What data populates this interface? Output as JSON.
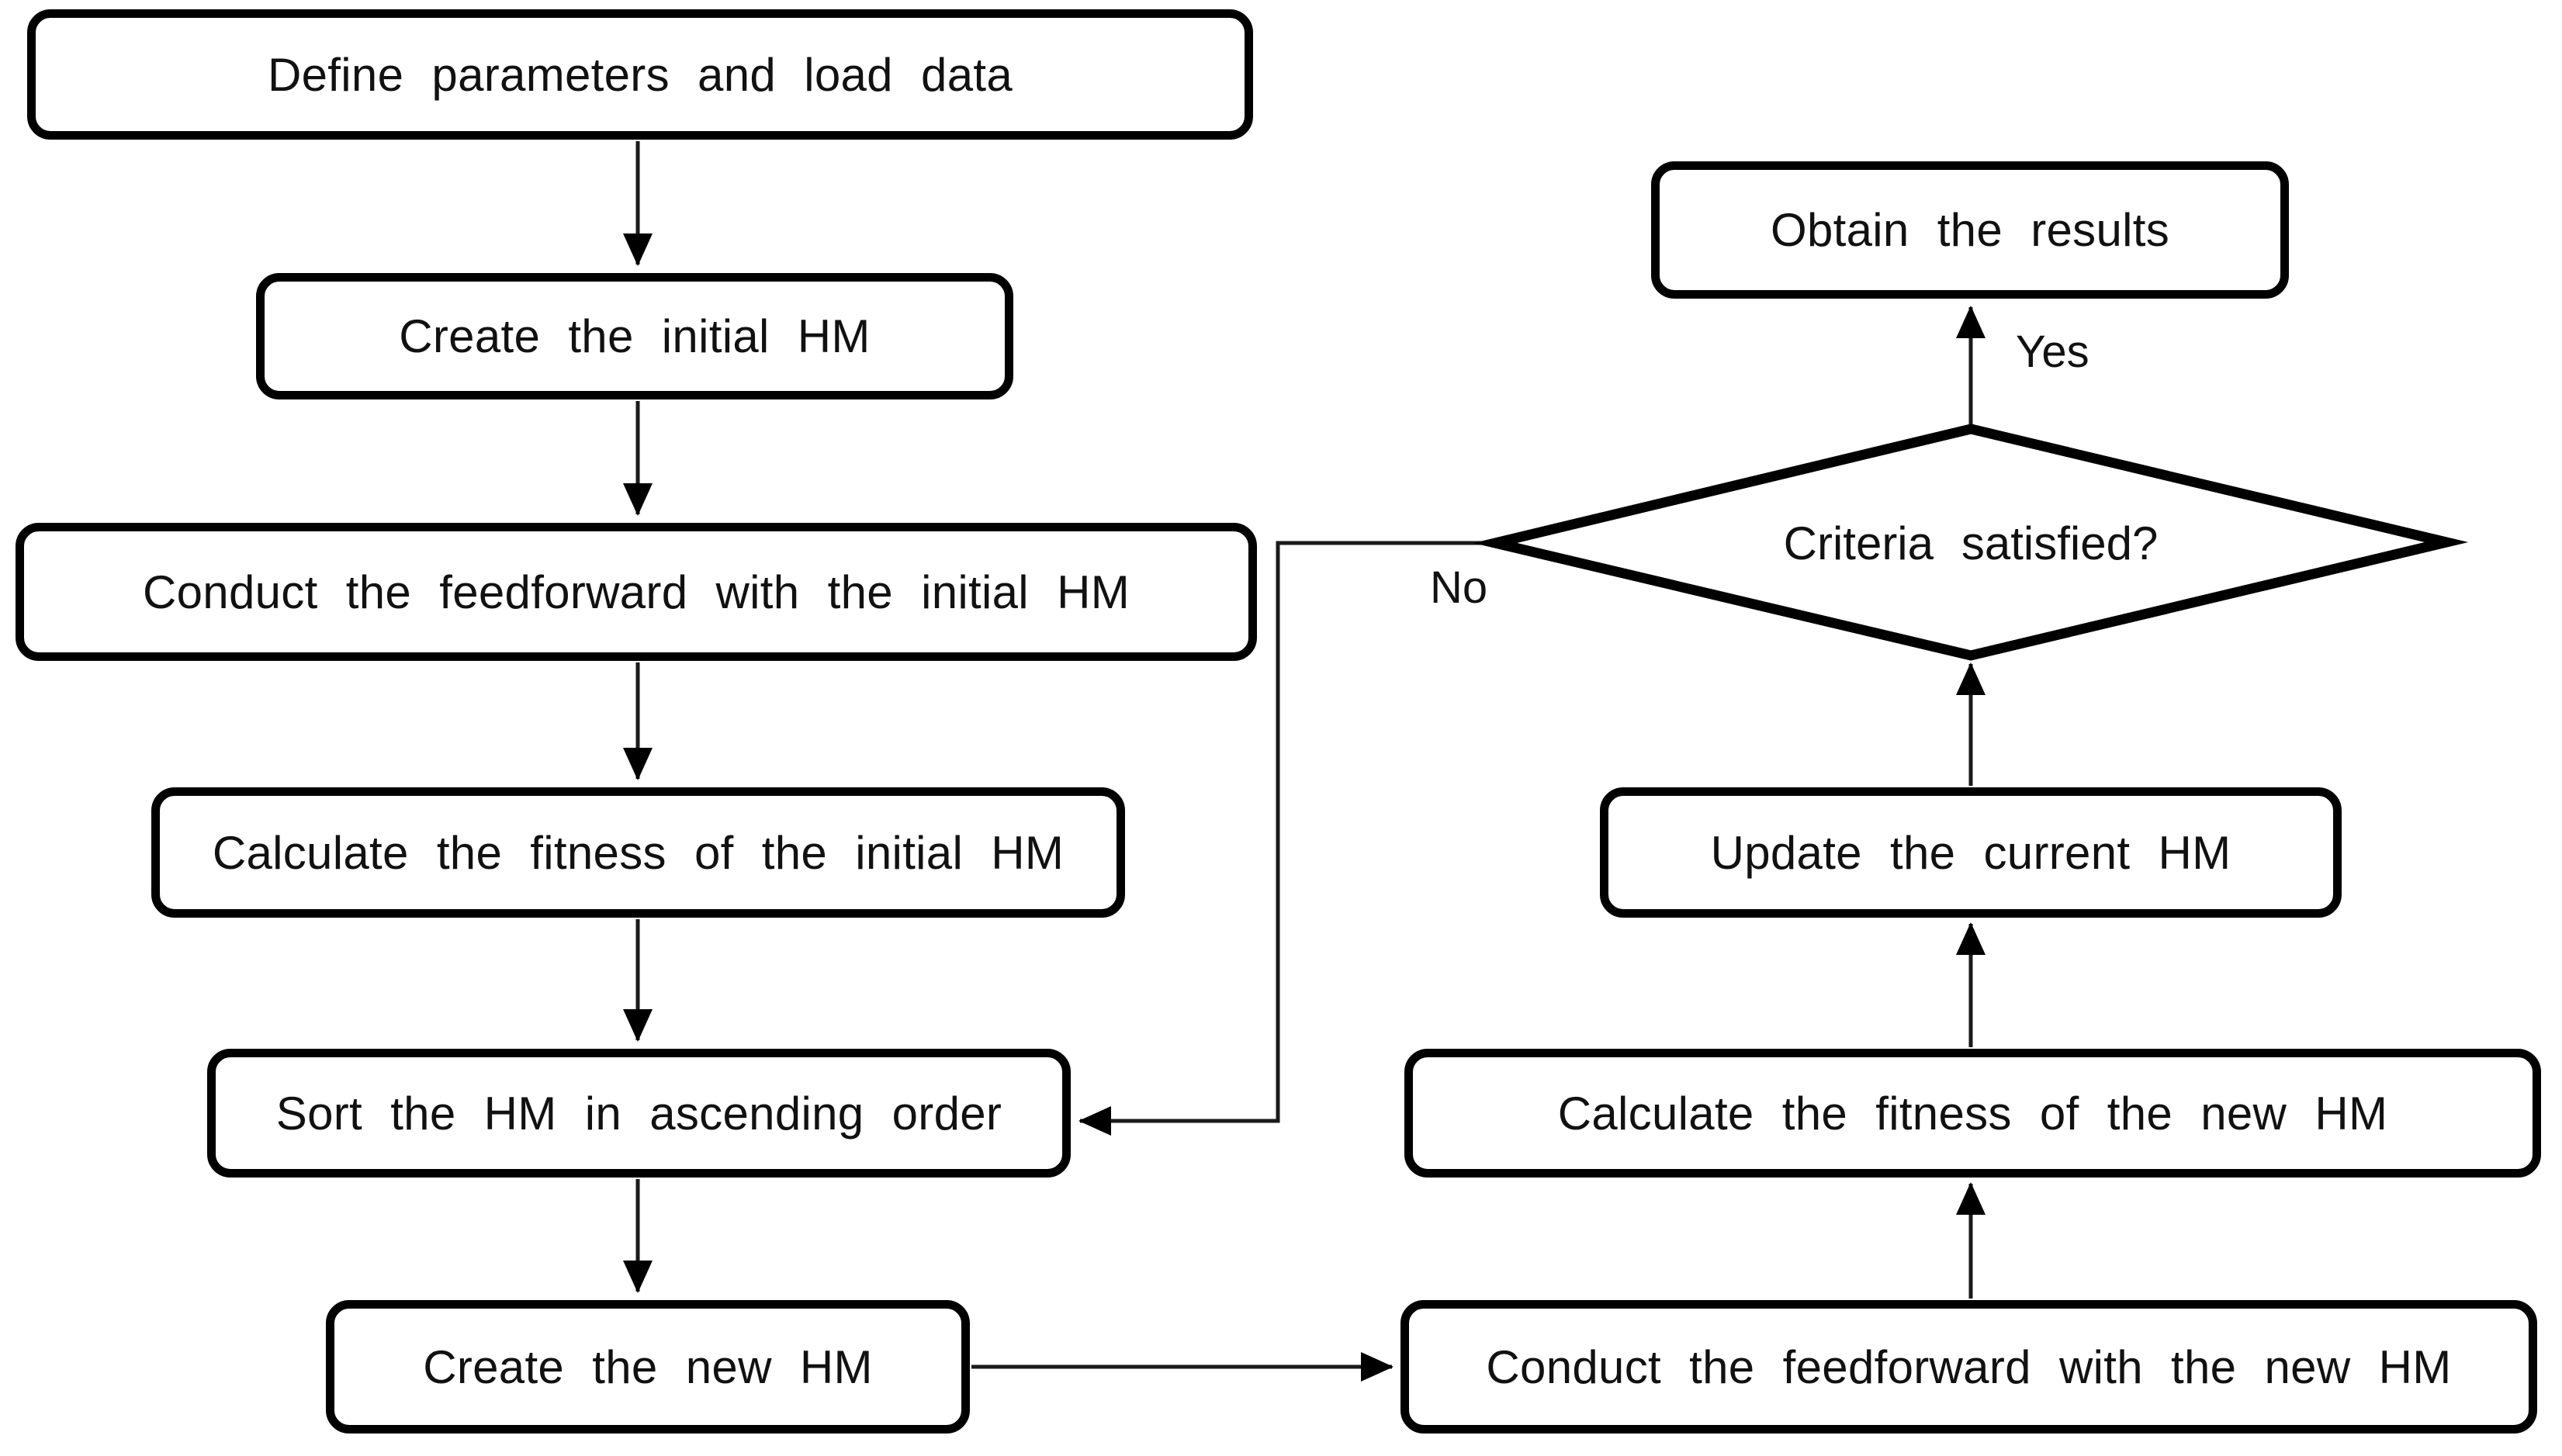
{
  "figure": {
    "type": "flowchart",
    "background": "#ffffff",
    "stroke_color": "#000000",
    "text_color": "#111111"
  },
  "nodes": {
    "define": {
      "label": "Define parameters and load data",
      "shape": "rounded-rect"
    },
    "create_initial": {
      "label": "Create the initial HM",
      "shape": "rounded-rect"
    },
    "feedforward_initial": {
      "label": "Conduct the feedforward with the initial HM",
      "shape": "rounded-rect"
    },
    "fitness_initial": {
      "label": "Calculate the fitness of the initial HM",
      "shape": "rounded-rect"
    },
    "sort": {
      "label": "Sort the HM in ascending order",
      "shape": "rounded-rect"
    },
    "create_new": {
      "label": "Create the new HM",
      "shape": "rounded-rect"
    },
    "feedforward_new": {
      "label": "Conduct the feedforward with the new HM",
      "shape": "rounded-rect"
    },
    "fitness_new": {
      "label": "Calculate the fitness of the new HM",
      "shape": "rounded-rect"
    },
    "update": {
      "label": "Update the current HM",
      "shape": "rounded-rect"
    },
    "criteria": {
      "label": "Criteria satisfied?",
      "shape": "diamond"
    },
    "results": {
      "label": "Obtain the results",
      "shape": "rounded-rect"
    }
  },
  "edge_labels": {
    "yes": "Yes",
    "no": "No"
  }
}
